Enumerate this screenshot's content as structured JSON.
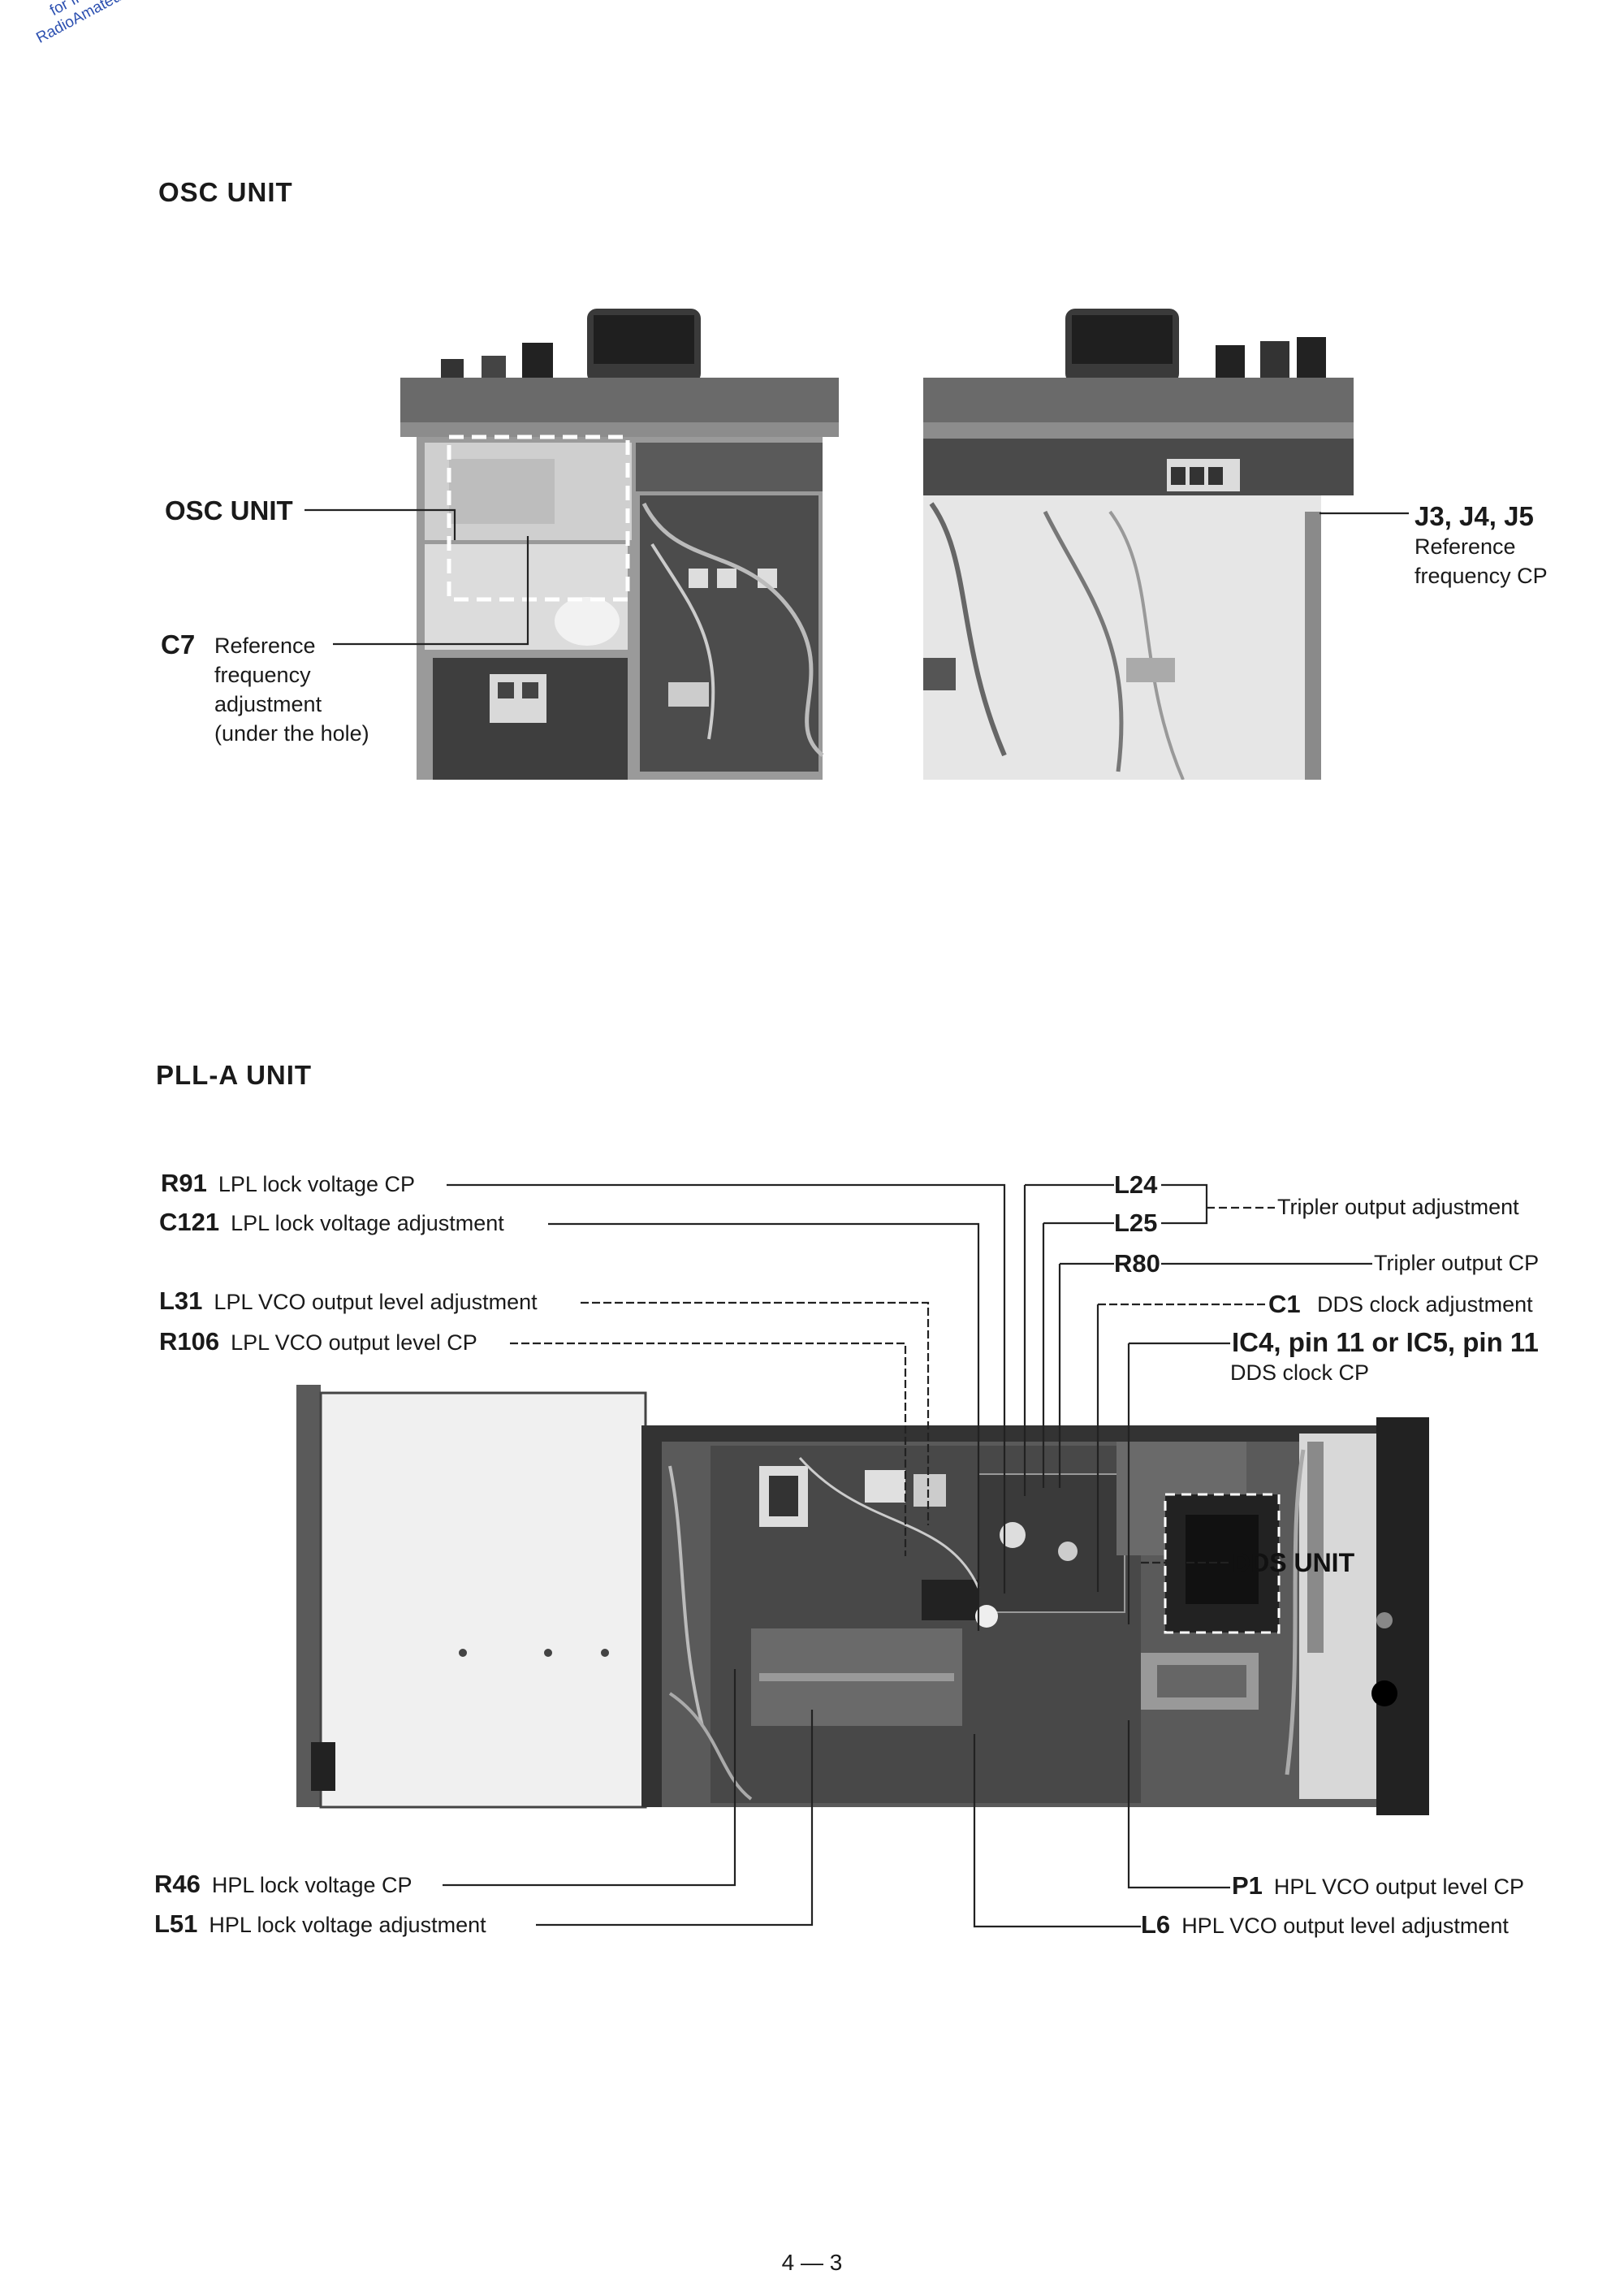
{
  "watermark": {
    "line1": "for free by",
    "line2": "RadioAmateur.eu"
  },
  "osc": {
    "title": "OSC UNIT",
    "osc_unit_label": "OSC UNIT",
    "c7_ref": "C7",
    "c7_desc_lines": [
      "Reference",
      "frequency",
      "adjustment",
      "(under the hole)"
    ],
    "j_ref": "J3, J4, J5",
    "j_desc_lines": [
      "Reference",
      "frequency CP"
    ]
  },
  "pll": {
    "title": "PLL-A UNIT",
    "left_labels": [
      {
        "ref": "R91",
        "desc": "LPL lock voltage CP"
      },
      {
        "ref": "C121",
        "desc": "LPL lock voltage adjustment"
      },
      {
        "ref": "L31",
        "desc": "LPL VCO output level adjustment"
      },
      {
        "ref": "R106",
        "desc": "LPL VCO output level CP"
      }
    ],
    "right_refs": {
      "l24": "L24",
      "l25": "L25",
      "r80": "R80",
      "c1": "C1"
    },
    "tripler_adj": "Tripler output adjustment",
    "tripler_cp": "Tripler output CP",
    "c1_desc": "DDS clock adjustment",
    "ic_ref": "IC4, pin 11 or IC5, pin 11",
    "ic_desc": "DDS clock CP",
    "dds_unit": "DDS UNIT",
    "bottom_left": [
      {
        "ref": "R46",
        "desc": "HPL lock voltage CP"
      },
      {
        "ref": "L51",
        "desc": "HPL lock voltage adjustment"
      }
    ],
    "bottom_right": [
      {
        "ref": "P1",
        "desc": "HPL VCO output level CP"
      },
      {
        "ref": "L6",
        "desc": "HPL VCO output level adjustment"
      }
    ]
  },
  "footer": {
    "page": "4 — 3"
  }
}
